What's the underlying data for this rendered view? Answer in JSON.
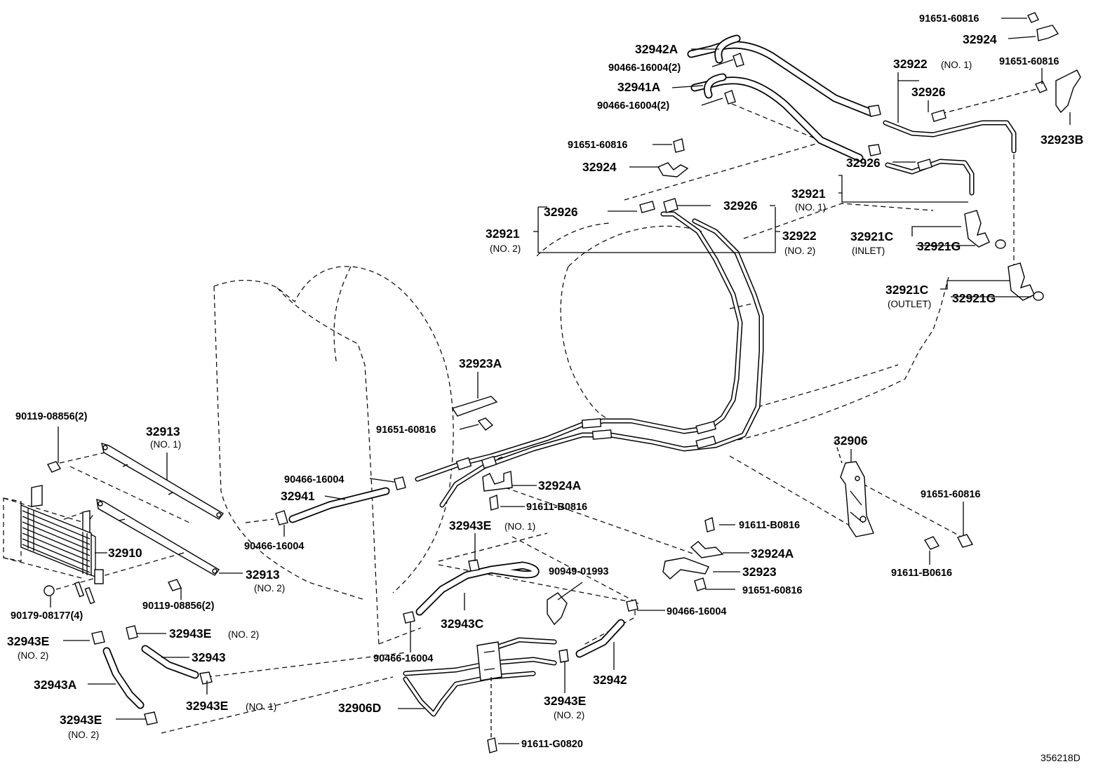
{
  "diagram": {
    "reference_code": "356218D",
    "labels": [
      {
        "id": "l1",
        "text": "91651-60816"
      },
      {
        "id": "l2",
        "text": "32924"
      },
      {
        "id": "l3",
        "text": "32942A"
      },
      {
        "id": "l4",
        "text": "90466-16004(2)"
      },
      {
        "id": "l5",
        "text": "32922"
      },
      {
        "id": "l6",
        "text": "(NO. 1)"
      },
      {
        "id": "l7",
        "text": "91651-60816"
      },
      {
        "id": "l8",
        "text": "32941A"
      },
      {
        "id": "l9",
        "text": "32926"
      },
      {
        "id": "l10",
        "text": "90466-16004(2)"
      },
      {
        "id": "l11",
        "text": "32923B"
      },
      {
        "id": "l12",
        "text": "91651-60816"
      },
      {
        "id": "l13",
        "text": "32924"
      },
      {
        "id": "l14",
        "text": "32921"
      },
      {
        "id": "l15",
        "text": "32926"
      },
      {
        "id": "l16",
        "text": "(NO. 1)"
      },
      {
        "id": "l17",
        "text": "32926"
      },
      {
        "id": "l18",
        "text": "32926"
      },
      {
        "id": "l19",
        "text": "32921"
      },
      {
        "id": "l20",
        "text": "32922"
      },
      {
        "id": "l21",
        "text": "(NO. 2)"
      },
      {
        "id": "l22",
        "text": "(NO. 2)"
      },
      {
        "id": "l23",
        "text": "32921C"
      },
      {
        "id": "l24",
        "text": "32921G"
      },
      {
        "id": "l25",
        "text": "(INLET)"
      },
      {
        "id": "l26",
        "text": "32921C"
      },
      {
        "id": "l27",
        "text": "32921G"
      },
      {
        "id": "l28",
        "text": "(OUTLET)"
      },
      {
        "id": "l29",
        "text": "32923A"
      },
      {
        "id": "l30",
        "text": "91651-60816"
      },
      {
        "id": "l31",
        "text": "90119-08856(2)"
      },
      {
        "id": "l32",
        "text": "32913"
      },
      {
        "id": "l33",
        "text": "(NO. 1)"
      },
      {
        "id": "l34",
        "text": "32906"
      },
      {
        "id": "l35",
        "text": "91651-60816"
      },
      {
        "id": "l36",
        "text": "90466-16004"
      },
      {
        "id": "l37",
        "text": "32924A"
      },
      {
        "id": "l38",
        "text": "32941"
      },
      {
        "id": "l39",
        "text": "91611-B0816"
      },
      {
        "id": "l40",
        "text": "32943E"
      },
      {
        "id": "l41",
        "text": "(NO. 1)"
      },
      {
        "id": "l42",
        "text": "91611-B0816"
      },
      {
        "id": "l43",
        "text": "90466-16004"
      },
      {
        "id": "l44",
        "text": "32910"
      },
      {
        "id": "l45",
        "text": "32924A"
      },
      {
        "id": "l46",
        "text": "32923"
      },
      {
        "id": "l47",
        "text": "90949-01993"
      },
      {
        "id": "l48",
        "text": "91611-B0616"
      },
      {
        "id": "l49",
        "text": "32913"
      },
      {
        "id": "l50",
        "text": "(NO. 2)"
      },
      {
        "id": "l51",
        "text": "91651-60816"
      },
      {
        "id": "l52",
        "text": "90119-08856(2)"
      },
      {
        "id": "l53",
        "text": "90179-08177(4)"
      },
      {
        "id": "l54",
        "text": "32943C"
      },
      {
        "id": "l55",
        "text": "90466-16004"
      },
      {
        "id": "l56",
        "text": "32943E"
      },
      {
        "id": "l57",
        "text": "(NO. 2)"
      },
      {
        "id": "l58",
        "text": "32943E"
      },
      {
        "id": "l59",
        "text": "(NO. 2)"
      },
      {
        "id": "l60",
        "text": "32943"
      },
      {
        "id": "l61",
        "text": "90466-16004"
      },
      {
        "id": "l62",
        "text": "32943A"
      },
      {
        "id": "l63",
        "text": "32942"
      },
      {
        "id": "l64",
        "text": "32943E"
      },
      {
        "id": "l65",
        "text": "(NO. 1)"
      },
      {
        "id": "l66",
        "text": "32906D"
      },
      {
        "id": "l67",
        "text": "32943E"
      },
      {
        "id": "l68",
        "text": "(NO. 2)"
      },
      {
        "id": "l69",
        "text": "32943E"
      },
      {
        "id": "l70",
        "text": "(NO. 2)"
      },
      {
        "id": "l71",
        "text": "91611-G0820"
      }
    ]
  }
}
